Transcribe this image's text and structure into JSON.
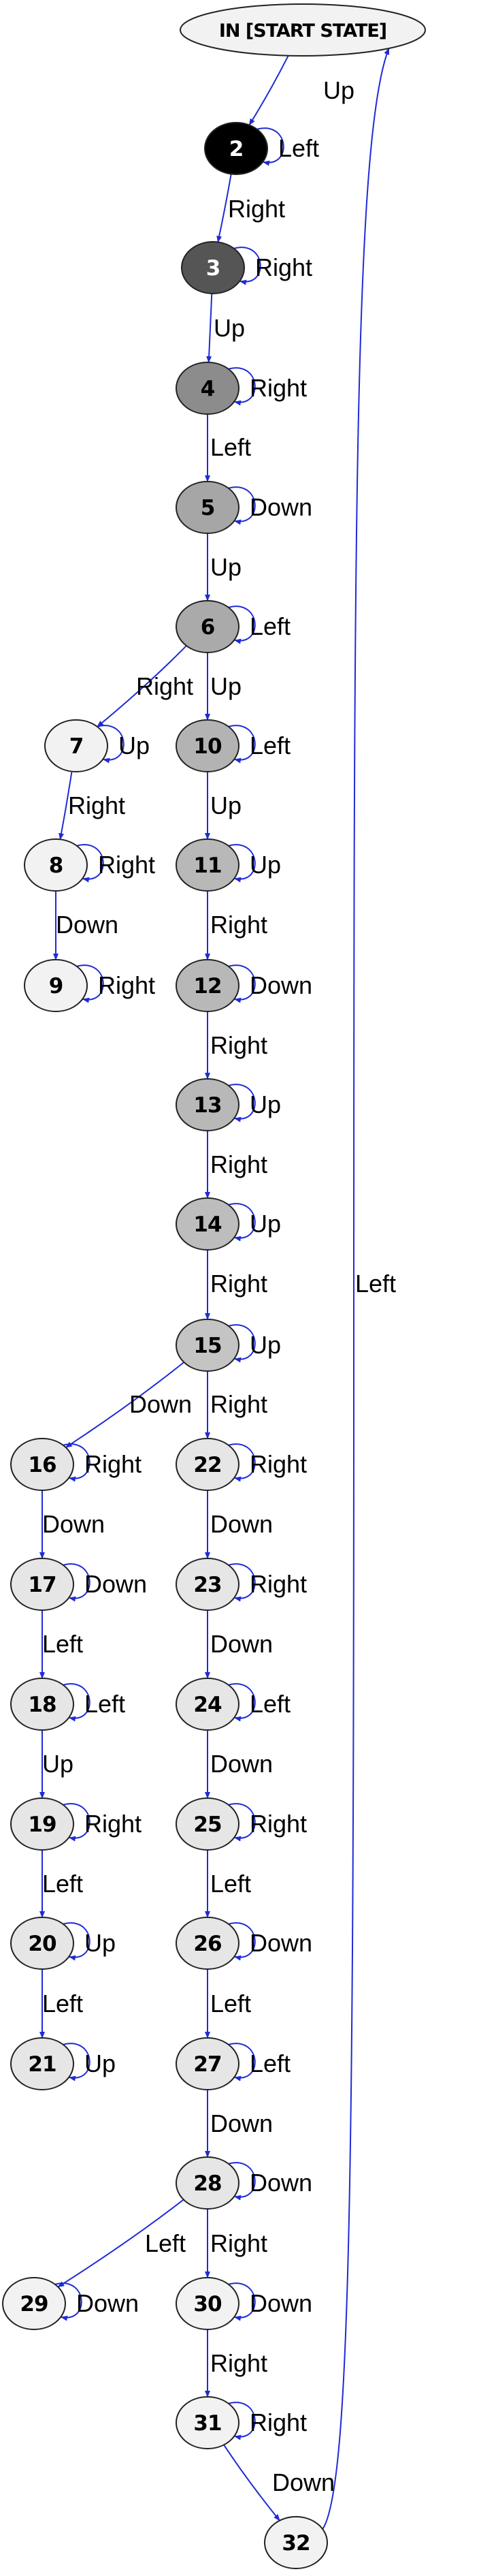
{
  "colors": {
    "edge": "#1f2bd6",
    "node_stroke": "#222222",
    "label_light": "#000000",
    "label_dark": "#ffffff"
  },
  "start_state": {
    "id": "start",
    "label": "IN [START STATE]",
    "fill": "#f2f2f2"
  },
  "states": [
    {
      "id": "2",
      "label": "2",
      "fill": "#000000"
    },
    {
      "id": "3",
      "label": "3",
      "fill": "#555555"
    },
    {
      "id": "4",
      "label": "4",
      "fill": "#8c8c8c"
    },
    {
      "id": "5",
      "label": "5",
      "fill": "#a6a6a6"
    },
    {
      "id": "6",
      "label": "6",
      "fill": "#aaaaaa"
    },
    {
      "id": "7",
      "label": "7",
      "fill": "#f2f2f2"
    },
    {
      "id": "8",
      "label": "8",
      "fill": "#f2f2f2"
    },
    {
      "id": "9",
      "label": "9",
      "fill": "#f2f2f2"
    },
    {
      "id": "10",
      "label": "10",
      "fill": "#b3b3b3"
    },
    {
      "id": "11",
      "label": "11",
      "fill": "#b8b8b8"
    },
    {
      "id": "12",
      "label": "12",
      "fill": "#b8b8b8"
    },
    {
      "id": "13",
      "label": "13",
      "fill": "#b8b8b8"
    },
    {
      "id": "14",
      "label": "14",
      "fill": "#bdbdbd"
    },
    {
      "id": "15",
      "label": "15",
      "fill": "#c4c4c4"
    },
    {
      "id": "16",
      "label": "16",
      "fill": "#e6e6e6"
    },
    {
      "id": "17",
      "label": "17",
      "fill": "#e6e6e6"
    },
    {
      "id": "18",
      "label": "18",
      "fill": "#e6e6e6"
    },
    {
      "id": "19",
      "label": "19",
      "fill": "#e6e6e6"
    },
    {
      "id": "20",
      "label": "20",
      "fill": "#e6e6e6"
    },
    {
      "id": "21",
      "label": "21",
      "fill": "#e6e6e6"
    },
    {
      "id": "22",
      "label": "22",
      "fill": "#e6e6e6"
    },
    {
      "id": "23",
      "label": "23",
      "fill": "#e6e6e6"
    },
    {
      "id": "24",
      "label": "24",
      "fill": "#e6e6e6"
    },
    {
      "id": "25",
      "label": "25",
      "fill": "#e6e6e6"
    },
    {
      "id": "26",
      "label": "26",
      "fill": "#e6e6e6"
    },
    {
      "id": "27",
      "label": "27",
      "fill": "#e6e6e6"
    },
    {
      "id": "28",
      "label": "28",
      "fill": "#e6e6e6"
    },
    {
      "id": "29",
      "label": "29",
      "fill": "#f2f2f2"
    },
    {
      "id": "30",
      "label": "30",
      "fill": "#f2f2f2"
    },
    {
      "id": "31",
      "label": "31",
      "fill": "#f2f2f2"
    },
    {
      "id": "32",
      "label": "32",
      "fill": "#f2f2f2"
    }
  ],
  "self_loops": [
    {
      "node": "2",
      "label": "Left"
    },
    {
      "node": "3",
      "label": "Right"
    },
    {
      "node": "4",
      "label": "Right"
    },
    {
      "node": "5",
      "label": "Down"
    },
    {
      "node": "6",
      "label": "Left"
    },
    {
      "node": "7",
      "label": "Up"
    },
    {
      "node": "8",
      "label": "Right"
    },
    {
      "node": "9",
      "label": "Right"
    },
    {
      "node": "10",
      "label": "Left"
    },
    {
      "node": "11",
      "label": "Up"
    },
    {
      "node": "12",
      "label": "Down"
    },
    {
      "node": "13",
      "label": "Up"
    },
    {
      "node": "14",
      "label": "Up"
    },
    {
      "node": "15",
      "label": "Up"
    },
    {
      "node": "16",
      "label": "Right"
    },
    {
      "node": "17",
      "label": "Down"
    },
    {
      "node": "18",
      "label": "Left"
    },
    {
      "node": "19",
      "label": "Right"
    },
    {
      "node": "20",
      "label": "Up"
    },
    {
      "node": "21",
      "label": "Up"
    },
    {
      "node": "22",
      "label": "Right"
    },
    {
      "node": "23",
      "label": "Right"
    },
    {
      "node": "24",
      "label": "Left"
    },
    {
      "node": "25",
      "label": "Right"
    },
    {
      "node": "26",
      "label": "Down"
    },
    {
      "node": "27",
      "label": "Left"
    },
    {
      "node": "28",
      "label": "Down"
    },
    {
      "node": "29",
      "label": "Down"
    },
    {
      "node": "30",
      "label": "Down"
    },
    {
      "node": "31",
      "label": "Right"
    }
  ],
  "transitions": [
    {
      "from": "start",
      "to": "2",
      "label": "Up"
    },
    {
      "from": "2",
      "to": "3",
      "label": "Right"
    },
    {
      "from": "3",
      "to": "4",
      "label": "Up"
    },
    {
      "from": "4",
      "to": "5",
      "label": "Left"
    },
    {
      "from": "5",
      "to": "6",
      "label": "Up"
    },
    {
      "from": "6",
      "to": "7",
      "label": "Right"
    },
    {
      "from": "6",
      "to": "10",
      "label": "Up"
    },
    {
      "from": "7",
      "to": "8",
      "label": "Right"
    },
    {
      "from": "8",
      "to": "9",
      "label": "Down"
    },
    {
      "from": "10",
      "to": "11",
      "label": "Up"
    },
    {
      "from": "11",
      "to": "12",
      "label": "Right"
    },
    {
      "from": "12",
      "to": "13",
      "label": "Right"
    },
    {
      "from": "13",
      "to": "14",
      "label": "Right"
    },
    {
      "from": "14",
      "to": "15",
      "label": "Right"
    },
    {
      "from": "15",
      "to": "16",
      "label": "Down"
    },
    {
      "from": "15",
      "to": "22",
      "label": "Right"
    },
    {
      "from": "16",
      "to": "17",
      "label": "Down"
    },
    {
      "from": "17",
      "to": "18",
      "label": "Left"
    },
    {
      "from": "18",
      "to": "19",
      "label": "Up"
    },
    {
      "from": "19",
      "to": "20",
      "label": "Left"
    },
    {
      "from": "20",
      "to": "21",
      "label": "Left"
    },
    {
      "from": "22",
      "to": "23",
      "label": "Down"
    },
    {
      "from": "23",
      "to": "24",
      "label": "Down"
    },
    {
      "from": "24",
      "to": "25",
      "label": "Down"
    },
    {
      "from": "25",
      "to": "26",
      "label": "Left"
    },
    {
      "from": "26",
      "to": "27",
      "label": "Left"
    },
    {
      "from": "27",
      "to": "28",
      "label": "Down"
    },
    {
      "from": "28",
      "to": "29",
      "label": "Left"
    },
    {
      "from": "28",
      "to": "30",
      "label": "Right"
    },
    {
      "from": "30",
      "to": "31",
      "label": "Right"
    },
    {
      "from": "31",
      "to": "32",
      "label": "Down"
    },
    {
      "from": "32",
      "to": "start",
      "label": "Left"
    }
  ]
}
